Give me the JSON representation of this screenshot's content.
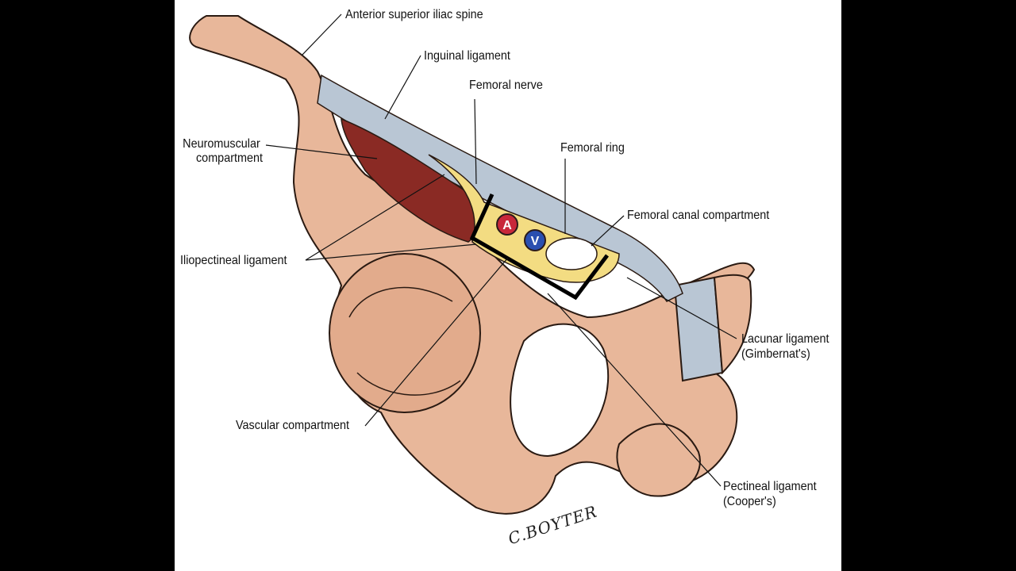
{
  "colors": {
    "bone": "#e8b79a",
    "bone_dark": "#c98e72",
    "muscle": "#8a2a24",
    "fat": "#f3dc82",
    "ligament": "#b9c6d4",
    "artery": "#c8283a",
    "vein": "#2a4fb0",
    "outline": "#2a1a12"
  },
  "labels": {
    "asis": "Anterior superior iliac spine",
    "inguinal": "Inguinal ligament",
    "femoral_nerve": "Femoral nerve",
    "neuromuscular_l1": "Neuromuscular",
    "neuromuscular_l2": "compartment",
    "femoral_ring": "Femoral ring",
    "femoral_canal": "Femoral canal compartment",
    "iliopectineal": "Iliopectineal ligament",
    "lacunar_l1": "Lacunar ligament",
    "lacunar_l2": "(Gimbernat's)",
    "vascular": "Vascular compartment",
    "pectineal_l1": "Pectineal ligament",
    "pectineal_l2": "(Cooper's)"
  },
  "vessels": {
    "artery_letter": "A",
    "vein_letter": "V"
  },
  "signature": "C.BOYTER"
}
